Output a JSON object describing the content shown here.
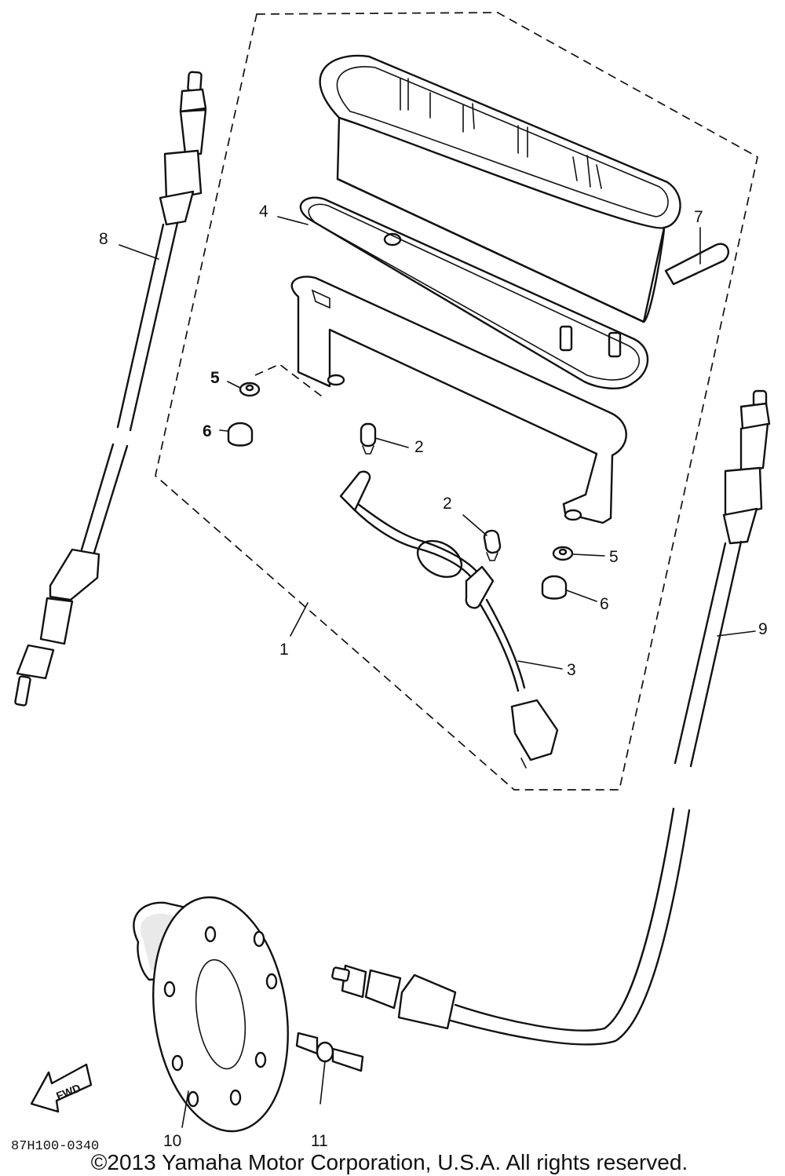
{
  "diagram": {
    "callouts": [
      {
        "id": "c1",
        "text": "1"
      },
      {
        "id": "c2a",
        "text": "2"
      },
      {
        "id": "c2b",
        "text": "2"
      },
      {
        "id": "c3",
        "text": "3"
      },
      {
        "id": "c4",
        "text": "4"
      },
      {
        "id": "c5a",
        "text": "5"
      },
      {
        "id": "c5b",
        "text": "5"
      },
      {
        "id": "c6a",
        "text": "6"
      },
      {
        "id": "c6b",
        "text": "6"
      },
      {
        "id": "c7",
        "text": "7"
      },
      {
        "id": "c8",
        "text": "8"
      },
      {
        "id": "c9",
        "text": "9"
      },
      {
        "id": "c10",
        "text": "10"
      },
      {
        "id": "c11",
        "text": "11"
      }
    ],
    "fwd_label": "FWD",
    "figure_code": "87H100-0340"
  },
  "footer": {
    "copyright": "©2013 Yamaha Motor Corporation, U.S.A. All rights reserved."
  }
}
